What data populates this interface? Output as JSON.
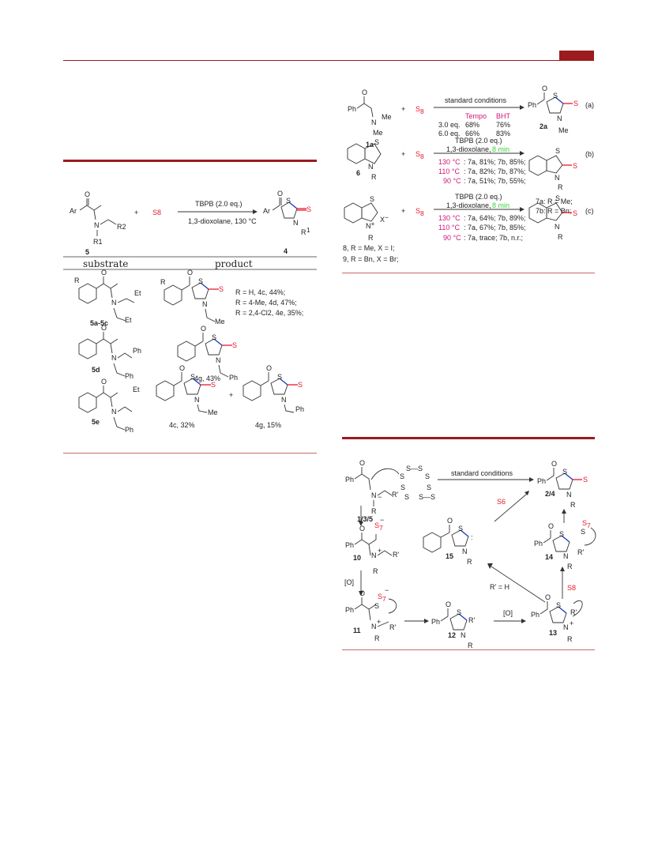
{
  "colors": {
    "rule": "#9b1b1f",
    "sulfur": "#e8182c",
    "temp": "#d0157a",
    "time": "#3bd13b",
    "sbond": "#1f3fbf"
  },
  "tableA": {
    "reagent": "TBPB (2.0 eq.)",
    "conditions": "1,3-dioxolane, 130 °C",
    "s8": "S8",
    "sm_label": "5",
    "product_label": "4",
    "ar": "Ar",
    "r1": "R1",
    "r2": "R2",
    "col_substrate": "substrate",
    "col_product": "product",
    "rows": [
      {
        "substrate": "5a-5c",
        "products": [
          "R = H,        4c, 44%;",
          "R = 4-Me,     4d, 47%;",
          "R = 2,4-Cl2, 4e, 35%;"
        ]
      },
      {
        "substrate": "5d",
        "products": [
          "4g, 43%"
        ]
      },
      {
        "substrate": "5e",
        "products": [
          "4c, 32%",
          "4g, 15%"
        ]
      }
    ]
  },
  "schemeB": {
    "a": {
      "sm": "1a",
      "conditions": "standard conditions",
      "product": "2a",
      "tag": "(a)",
      "headers": [
        "Tempo",
        "BHT"
      ],
      "rows": [
        [
          "3.0 eq.",
          "68%",
          "76%"
        ],
        [
          "6.0 eq.",
          "66%",
          "83%"
        ]
      ]
    },
    "b": {
      "sm": "6",
      "reagent": "TBPB (2.0 eq.)",
      "solvent": "1,3-dioxolane,",
      "time": "8 min",
      "tag": "(b)",
      "rows": [
        [
          "130 °C",
          ": 7a, 81%; 7b, 85%;"
        ],
        [
          "110 °C",
          ": 7a, 82%; 7b, 87%;"
        ],
        [
          "90 °C",
          ": 7a, 51%; 7b, 55%;"
        ]
      ],
      "products": [
        "7a: R = Me;",
        "7b: R = Bn;"
      ]
    },
    "c": {
      "sm": [
        "8, R = Me, X = I;",
        "9, R = Bn, X = Br;"
      ],
      "reagent": "TBPB (2.0 eq.)",
      "solvent": "1,3-dioxolane,",
      "time": "8 min",
      "tag": "(c)",
      "rows": [
        [
          "130 °C",
          ": 7a, 64%; 7b, 89%;"
        ],
        [
          "110 °C",
          ": 7a, 67%; 7b, 85%;"
        ],
        [
          "90 °C",
          ": 7a, trace; 7b, n.r.;"
        ]
      ]
    }
  },
  "mechanism": {
    "standard": "standard conditions",
    "labels": {
      "start": "1/3/5",
      "product": "2/4",
      "c10": "10",
      "c11": "11",
      "c12": "12",
      "c13": "13",
      "c14": "14",
      "c15": "15"
    },
    "ox": "[O]",
    "rh": "R' = H",
    "s7": "S7",
    "s8": "S8",
    "s6": "S6"
  }
}
